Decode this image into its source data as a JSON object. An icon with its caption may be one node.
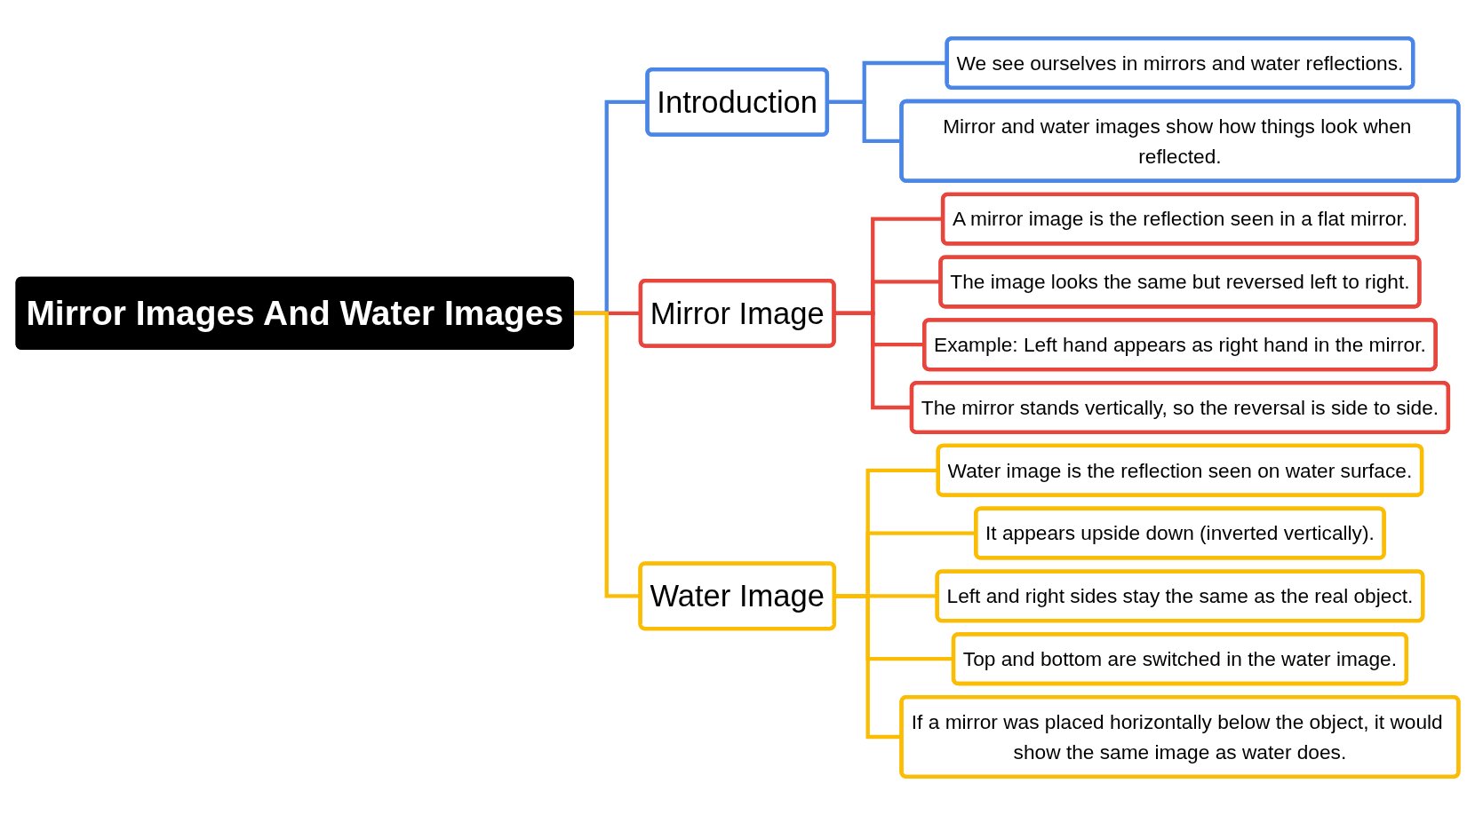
{
  "diagram": {
    "nodes": [
      {
        "text": [
          "Mirror Images And Water Images"
        ]
      },
      {
        "text": [
          "Introduction"
        ]
      },
      {
        "text": [
          "We see ourselves in mirrors and water reflections."
        ]
      },
      {
        "text": [
          "Mirror and water images show how things look when reflected."
        ]
      },
      {
        "text": [
          "Mirror Image"
        ]
      },
      {
        "text": [
          "A mirror image is the reflection seen in a flat mirror."
        ]
      },
      {
        "text": [
          "The image looks the same but reversed left to right."
        ]
      },
      {
        "text": [
          "Example: Left hand appears as right hand in the mirror."
        ]
      },
      {
        "text": [
          "The mirror stands vertically, so the reversal is side to side."
        ]
      },
      {
        "text": [
          "Water Image"
        ]
      },
      {
        "text": [
          "Water image is the reflection seen on water surface."
        ]
      },
      {
        "text": [
          "It appears upside down (inverted vertically)."
        ]
      },
      {
        "text": [
          "Left and right sides stay the same as the real object."
        ]
      },
      {
        "text": [
          "Top and bottom are switched in the water image."
        ]
      },
      {
        "text": [
          "If a mirror was placed horizontally below the object, it would show the same image as water does."
        ]
      }
    ],
    "edges": [
      {
        "from": 0,
        "to": 1,
        "arrow": "none",
        "color": "#4a86e8"
      },
      {
        "from": 1,
        "to": 2,
        "arrow": "none",
        "color": "#4a86e8"
      },
      {
        "from": 1,
        "to": 3,
        "arrow": "none",
        "color": "#4a86e8"
      },
      {
        "from": 0,
        "to": 4,
        "arrow": "none",
        "color": "#e8453c"
      },
      {
        "from": 4,
        "to": 5,
        "arrow": "none",
        "color": "#e8453c"
      },
      {
        "from": 4,
        "to": 6,
        "arrow": "none",
        "color": "#e8453c"
      },
      {
        "from": 4,
        "to": 7,
        "arrow": "none",
        "color": "#e8453c"
      },
      {
        "from": 4,
        "to": 8,
        "arrow": "none",
        "color": "#e8453c"
      },
      {
        "from": 0,
        "to": 9,
        "arrow": "none",
        "color": "#fbbc04"
      },
      {
        "from": 9,
        "to": 10,
        "arrow": "none",
        "color": "#fbbc04"
      },
      {
        "from": 9,
        "to": 11,
        "arrow": "none",
        "color": "#fbbc04"
      },
      {
        "from": 9,
        "to": 12,
        "arrow": "none",
        "color": "#fbbc04"
      },
      {
        "from": 9,
        "to": 13,
        "arrow": "none",
        "color": "#fbbc04"
      },
      {
        "from": 9,
        "to": 14,
        "arrow": "none",
        "color": "#fbbc04"
      }
    ]
  }
}
